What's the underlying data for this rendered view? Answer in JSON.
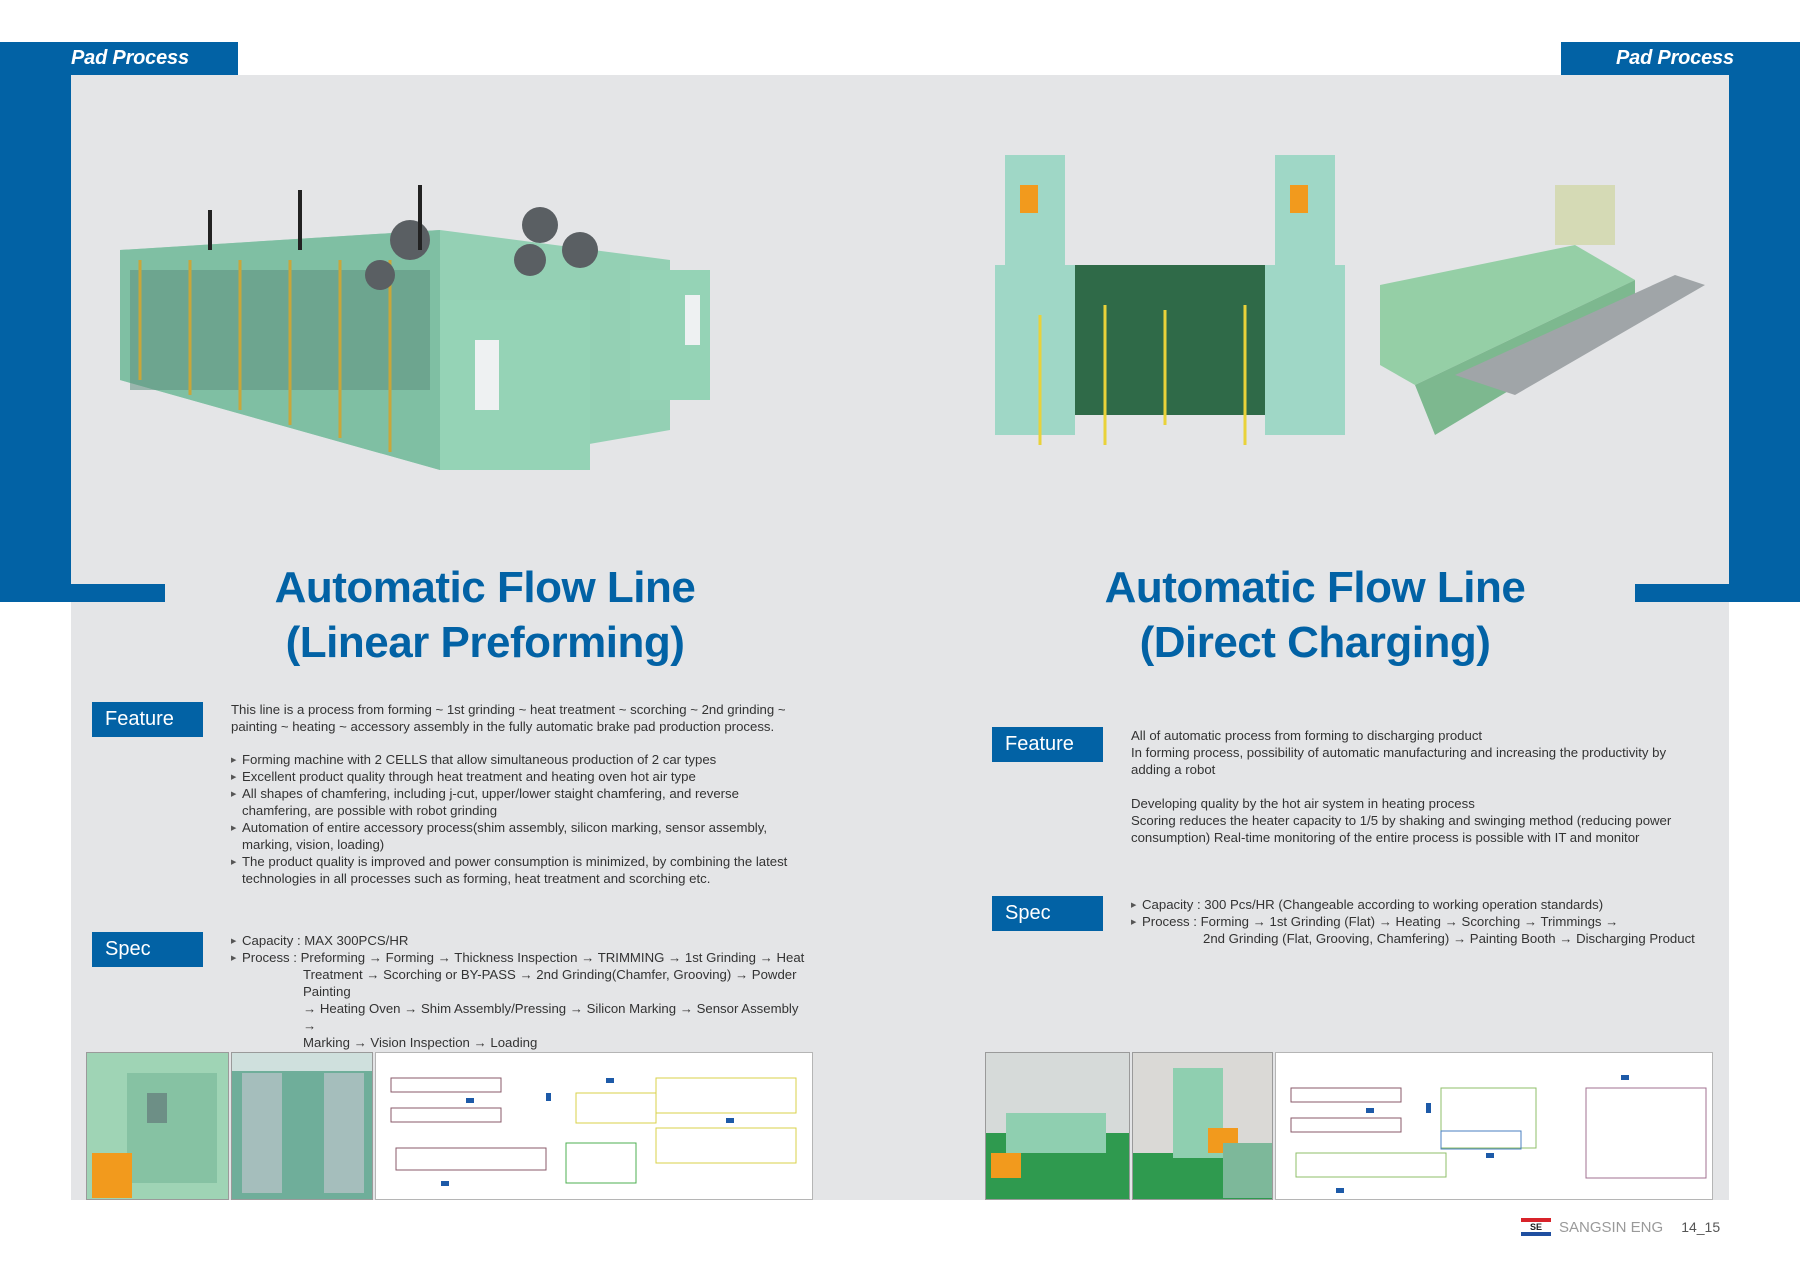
{
  "section_tab": {
    "left": "Pad Process",
    "right": "Pad Process"
  },
  "left_page": {
    "title_line1": "Automatic Flow Line",
    "title_line2": "(Linear Preforming)",
    "hero_image": "linear-preforming-machine-photo",
    "feature": {
      "label": "Feature",
      "intro_line1": "This line is a process from forming ~ 1st grinding ~ heat treatment ~ scorching ~ 2nd grinding ~",
      "intro_line2": "painting ~ heating ~ accessory assembly in the fully automatic brake pad production process.",
      "bullets": [
        "Forming machine with 2 CELLS that allow simultaneous production of 2 car types",
        "Excellent product quality through heat treatment and heating oven hot air type",
        "All shapes of chamfering, including j-cut, upper/lower staight chamfering, and reverse chamfering, are possible with robot grinding",
        "Automation of entire accessory process(shim assembly, silicon marking, sensor assembly, marking, vision, loading)",
        "The product quality is improved and power consumption is minimized, by combining the latest technologies in all processes such as forming, heat treatment and scorching etc."
      ]
    },
    "spec": {
      "label": "Spec",
      "capacity": "Capacity : MAX 300PCS/HR",
      "process_line1": "Process : Preforming → Forming → Thickness Inspection → TRIMMING → 1st Grinding → Heat",
      "process_line2": "Treatment → Scorching or BY-PASS → 2nd Grinding(Chamfer, Grooving) → Powder Painting",
      "process_line3": "→ Heating Oven → Shim Assembly/Pressing → Silicon Marking → Sensor Assembly →",
      "process_line4": "Marking → Vision Inspection → Loading"
    },
    "gallery": [
      "machine-closeup-photo",
      "factory-aisle-photo",
      "line-layout-drawing"
    ]
  },
  "right_page": {
    "title_line1": "Automatic Flow Line",
    "title_line2": "(Direct Charging)",
    "hero_image": "direct-charging-machine-photo",
    "feature": {
      "label": "Feature",
      "para1_line1": "All of automatic process from forming to discharging product",
      "para1_line2": "In forming process, possibility of automatic manufacturing and increasing the productivity by",
      "para1_line3": "adding a robot",
      "para2_line1": "Developing quality by the hot air system in heating process",
      "para2_line2": "Scoring reduces the heater capacity to 1/5 by shaking  and swinging method (reducing power",
      "para2_line3": "consumption) Real-time monitoring of the entire process is possible with IT and monitor"
    },
    "spec": {
      "label": "Spec",
      "capacity": "Capacity : 300 Pcs/HR (Changeable according to working operation standards)",
      "process_line1": "Process : Forming → 1st Grinding (Flat) → Heating → Scorching → Trimmings →",
      "process_line2": "2nd Grinding (Flat, Grooving, Chamfering) → Painting Booth → Discharging Product"
    },
    "gallery": [
      "production-line-photo",
      "press-machine-photo",
      "line-layout-drawing"
    ]
  },
  "footer": {
    "logo_text": "SE",
    "brand": "SANGSIN ENG",
    "pages": "14_15"
  },
  "colors": {
    "brand_blue": "#0262a5",
    "panel_gray": "#e4e5e7",
    "machine_green": "#8fcfb0"
  }
}
